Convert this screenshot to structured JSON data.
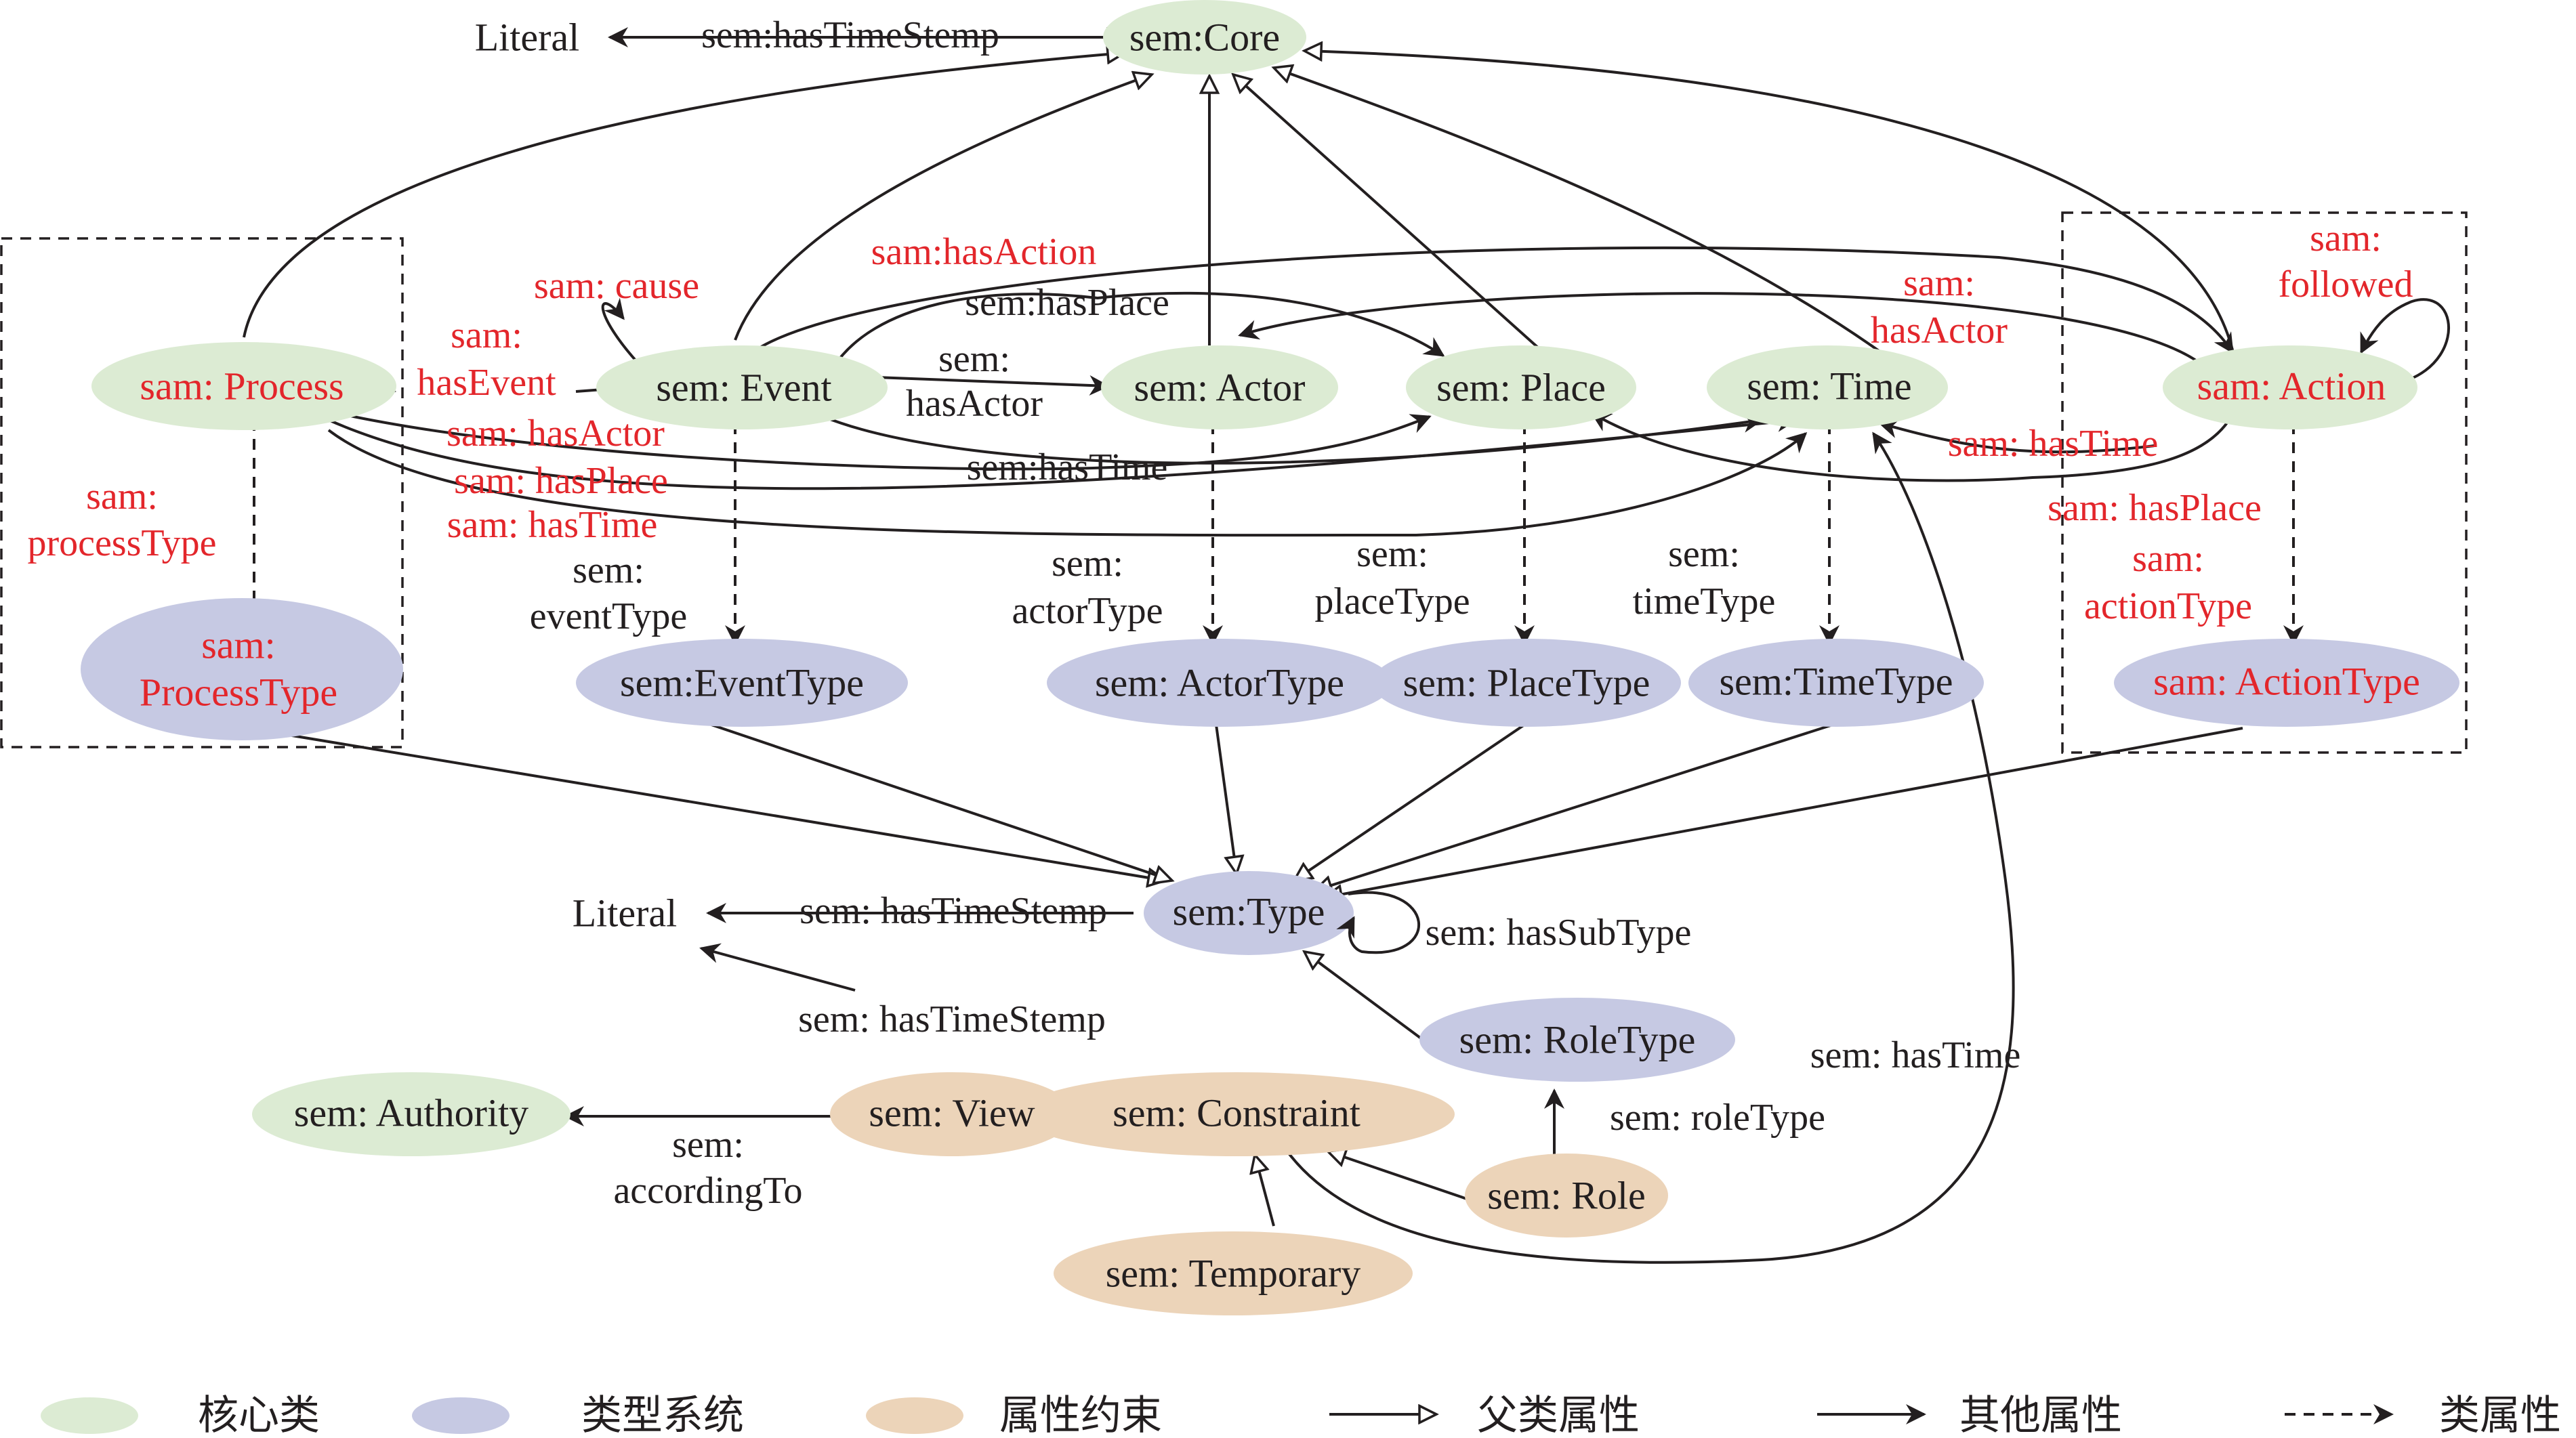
{
  "colors": {
    "core": "#dcebd3",
    "type": "#c6c9e3",
    "constraint": "#ecd4b9",
    "ink": "#231f20",
    "red": "#e3262b"
  },
  "nodes": {
    "literal_top": "Literal",
    "core": "sem:Core",
    "process": "sam: Process",
    "event": "sem: Event",
    "actor": "sem: Actor",
    "place": "sem: Place",
    "time": "sem: Time",
    "action": "sam: Action",
    "process_type_1": "sam:",
    "process_type_2": "ProcessType",
    "event_type": "sem:EventType",
    "actor_type": "sem: ActorType",
    "place_type": "sem: PlaceType",
    "time_type": "sem:TimeType",
    "action_type": "sam: ActionType",
    "literal_mid": "Literal",
    "type": "sem:Type",
    "role_type": "sem: RoleType",
    "authority": "sem: Authority",
    "view": "sem: View",
    "constraint": "sem: Constraint",
    "role": "sem: Role",
    "temporary": "sem: Temporary"
  },
  "edge_labels": {
    "has_time_stemp_top": "sem:hasTimeStemp",
    "cause": "sam: cause",
    "has_event_1": "sam:",
    "has_event_2": "hasEvent",
    "has_action": "sam:hasAction",
    "has_place_black": "sem:hasPlace",
    "has_actor_black_1": "sem:",
    "has_actor_black_2": "hasActor",
    "has_time_black": "sem:hasTime",
    "process_has_actor": "sam: hasActor",
    "process_has_place": "sam: hasPlace",
    "process_has_time": "sam: hasTime",
    "process_type_1": "sam:",
    "process_type_2": "processType",
    "event_type_1": "sem:",
    "event_type_2": "eventType",
    "actor_type_1": "sem:",
    "actor_type_2": "actorType",
    "place_type_1": "sem:",
    "place_type_2": "placeType",
    "time_type_1": "sem:",
    "time_type_2": "timeType",
    "action_has_actor_1": "sam:",
    "action_has_actor_2": "hasActor",
    "followed_1": "sam:",
    "followed_2": "followed",
    "action_has_time": "sam: hasTime",
    "action_has_place": "sam: hasPlace",
    "action_type_1": "sam:",
    "action_type_2": "actionType",
    "type_has_time_stemp": "sem: hasTimeStemp",
    "has_sub_type": "sem: hasSubType",
    "constraint_has_time_stemp": "sem: hasTimeStemp",
    "role_has_time": "sem: hasTime",
    "according_to_1": "sem:",
    "according_to_2": "accordingTo",
    "role_type_rel": "sem: roleType"
  },
  "legend": [
    {
      "label": "核心类",
      "kind": "swatch",
      "color": "#dcebd3"
    },
    {
      "label": "类型系统",
      "kind": "swatch",
      "color": "#c6c9e3"
    },
    {
      "label": "属性约束",
      "kind": "swatch",
      "color": "#ecd4b9"
    },
    {
      "label": "父类属性",
      "kind": "hollow-arrow"
    },
    {
      "label": "其他属性",
      "kind": "solid-arrow"
    },
    {
      "label": "类属性",
      "kind": "dashed-arrow"
    }
  ]
}
